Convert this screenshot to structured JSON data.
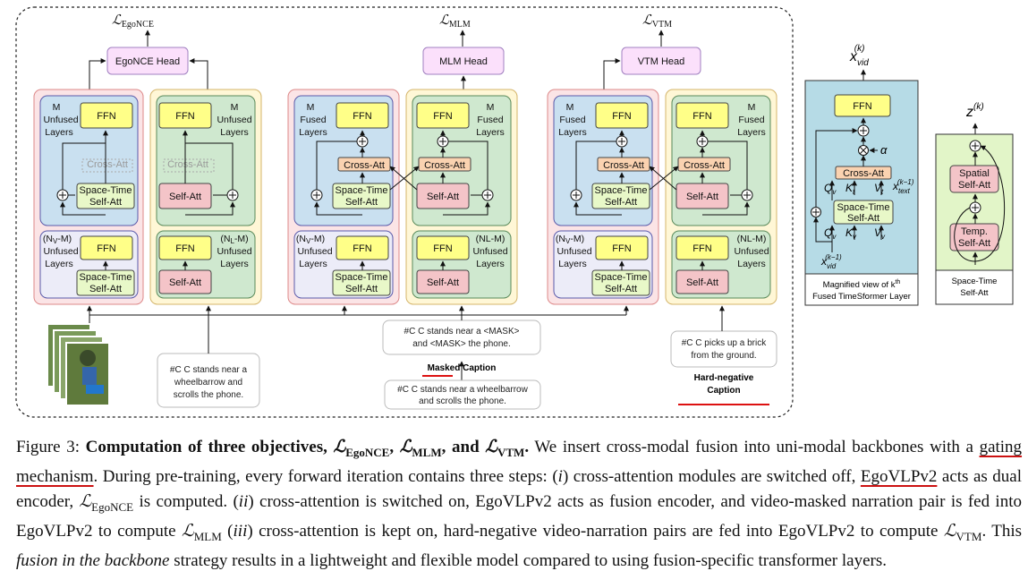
{
  "losses": {
    "egonce": "L",
    "egonce_sub": "EgoNCE",
    "mlm_sub": "MLM",
    "vtm_sub": "VTM"
  },
  "heads": {
    "egonce": "EgoNCE Head",
    "mlm": "MLM Head",
    "vtm": "VTM Head"
  },
  "blocks": {
    "ffn": "FFN",
    "cross_att": "Cross-Att",
    "st_self_att_1": "Space-Time",
    "st_self_att_2": "Self-Att",
    "self_att": "Self-Att"
  },
  "layer_labels": {
    "m": "M",
    "unfused": "Unfused",
    "fused": "Fused",
    "layers": "Layers",
    "nv_m": "(Nᵥ-M)",
    "nl_m": "(Nₗ-M)",
    "nl_m_plain": "(NL-M)"
  },
  "captions": {
    "egonce_1": "#C C stands near a",
    "egonce_2": "wheelbarrow and",
    "egonce_3": "scrolls the phone.",
    "masked_1": "#C C stands near a <MASK>",
    "masked_2": "and <MASK> the phone.",
    "masked_label": "Masked Caption",
    "orig_1": "#C C stands near a wheelbarrow",
    "orig_2": "and scrolls the phone.",
    "hard_1": "#C C picks up a brick",
    "hard_2": "from the ground.",
    "hard_label_1": "Hard-negative",
    "hard_label_2": "Caption"
  },
  "magnified": {
    "out_label": "x",
    "out_sub": "vid",
    "out_sup": "(k)",
    "alpha": "α",
    "text_in": "x",
    "text_sub": "text",
    "text_sup": "(k−1)",
    "vid_in": "x",
    "vid_sub": "vid",
    "vid_sup": "(k−1)",
    "q_v": "Q",
    "k_t": "K",
    "v_t": "V",
    "k_v": "K",
    "v_v": "V",
    "caption_1": "Magnified view of k",
    "caption_sup": "th",
    "caption_2": "Fused TimeSformer Layer"
  },
  "st_panel": {
    "out_label": "z",
    "out_sup": "(k)",
    "spatial_1": "Spatial",
    "spatial_2": "Self-Att",
    "temp_1": "Temp.",
    "temp_2": "Self-Att",
    "caption_1": "Space-Time",
    "caption_2": "Self-Att"
  },
  "colors": {
    "video_panel": "#fbe4e6",
    "text_panel": "#fff7d6",
    "fused_blue": "#c9e0f0",
    "fused_green": "#cfe8cf",
    "unfused_lavender": "#ececf8",
    "ffn_yellow": "#ffff88",
    "st_green": "#e8f8c8",
    "self_att_pink": "#f4c4c8",
    "cross_orange": "#fad2b0",
    "head_pink": "#fbe0fb",
    "magnified_bg": "#b6dbe6",
    "st_panel_bg": "#e2f5c8",
    "red_line": "#dd1111"
  },
  "figure_caption": {
    "label": "Figure 3:",
    "bold": "Computation of three objectives,",
    "comma1": ",",
    "and": "and",
    "bold_end": ".",
    "s1": "We insert cross-modal fusion into uni-modal backbones with a",
    "gating": "gating mechanism",
    "s2": ". During pre-training, every forward iteration contains three steps: (",
    "i": "i",
    "s3": ") cross-attention modules are switched off,",
    "ego": "EgoVLPv2",
    "s4": " acts as dual encoder,",
    "s5": " is computed. (",
    "ii": "ii",
    "s6": ") cross-attention is switched on, EgoVLPv2 acts as fusion encoder, and video-masked narration pair is fed into EgoVLPv2 to compute",
    "iii": "iii",
    "s7": ") cross-attention is kept on, hard-negative video-narration pairs are fed into EgoVLPv2 to compute",
    "s8": ". This",
    "fusion_italic": "fusion in the backbone",
    "s9": "strategy results in a lightweight and flexible model compared to using fusion-specific transformer layers."
  }
}
